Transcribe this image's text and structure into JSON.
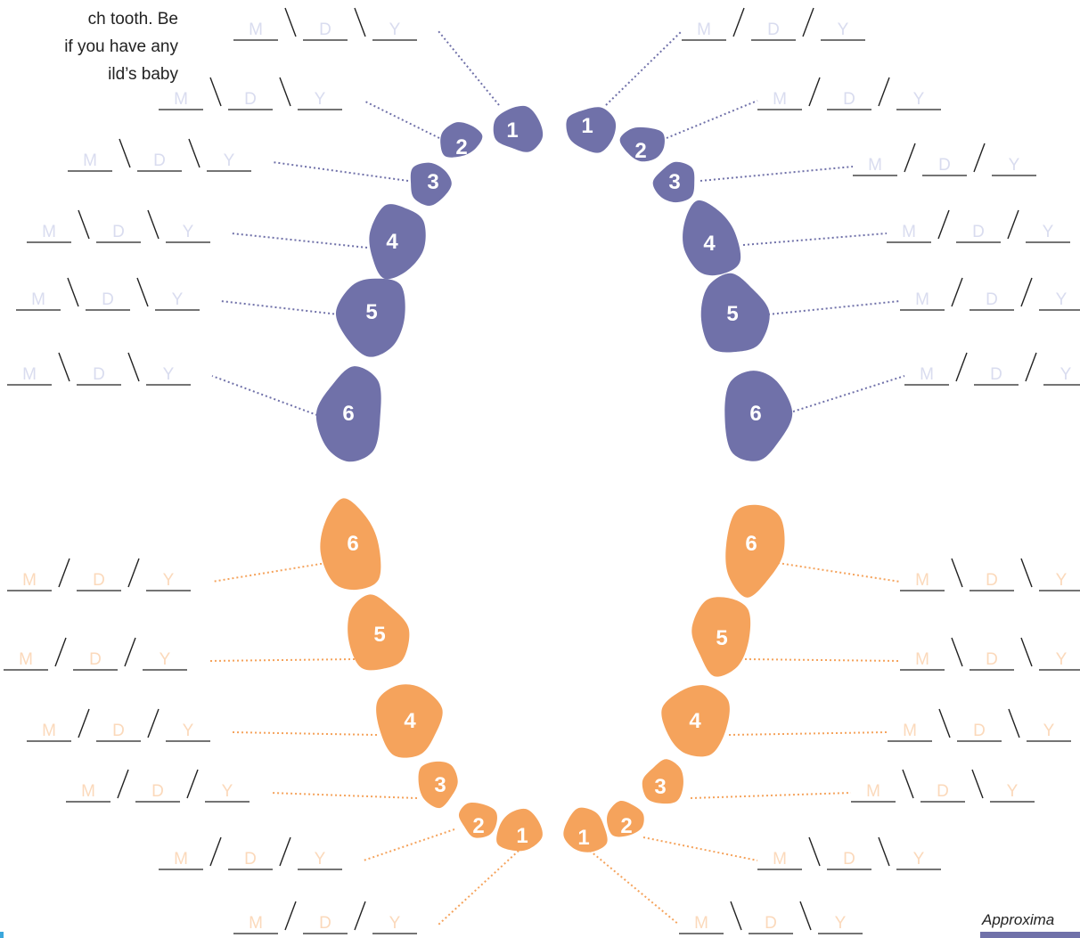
{
  "intro": {
    "line1": "ch tooth. Be",
    "line2": " if you have any",
    "line3": "ild’s baby"
  },
  "field_labels": {
    "month": "M",
    "day": "D",
    "year": "Y"
  },
  "teeth": {
    "upper_left": [
      "1",
      "2",
      "3",
      "4",
      "5",
      "6"
    ],
    "upper_right": [
      "1",
      "2",
      "3",
      "4",
      "5",
      "6"
    ],
    "lower_left": [
      "6",
      "5",
      "4",
      "3",
      "2",
      "1"
    ],
    "lower_right": [
      "6",
      "5",
      "4",
      "3",
      "2",
      "1"
    ]
  },
  "footnote": "Approxima",
  "colors": {
    "upper_teeth": "#7071a9",
    "lower_teeth": "#f5a35c",
    "upper_labels": "#d9dcef",
    "lower_labels": "#fbd9bb",
    "line": "#222222",
    "tooth_number": "#ffffff",
    "footer_bar": "#7071a9",
    "corner_mark": "#3ba7dc"
  }
}
